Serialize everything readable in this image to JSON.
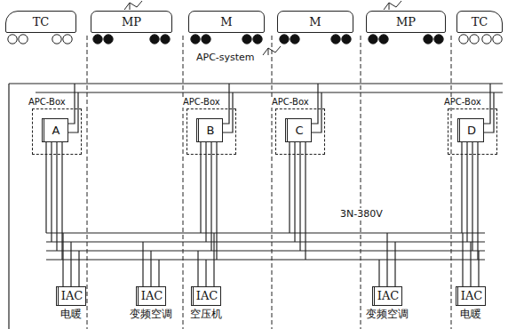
{
  "diagram": {
    "nodes": [
      {
        "text": [
          "TC"
        ]
      },
      {
        "text": [
          "MP"
        ]
      },
      {
        "text": [
          "M"
        ]
      },
      {
        "text": [
          "M"
        ]
      },
      {
        "text": [
          "MP"
        ]
      },
      {
        "text": [
          "TC"
        ]
      },
      {
        "text": [
          "APC-Box"
        ]
      },
      {
        "text": [
          "A"
        ],
        "in": 6
      },
      {
        "text": [
          "APC-Box"
        ]
      },
      {
        "text": [
          "B"
        ],
        "in": 8
      },
      {
        "text": [
          "APC-Box"
        ]
      },
      {
        "text": [
          "C"
        ],
        "in": 10
      },
      {
        "text": [
          "APC-Box"
        ]
      },
      {
        "text": [
          "D"
        ],
        "in": 12
      },
      {
        "text": [
          "IAC",
          "电暖"
        ]
      },
      {
        "text": [
          "IAC",
          "变频空调"
        ]
      },
      {
        "text": [
          "IAC",
          "空压机"
        ]
      },
      {
        "text": [
          "IAC",
          "变频空调"
        ]
      },
      {
        "text": [
          "IAC",
          "电暖"
        ]
      }
    ],
    "labels": [
      "APC-system",
      "3N-380V"
    ]
  }
}
